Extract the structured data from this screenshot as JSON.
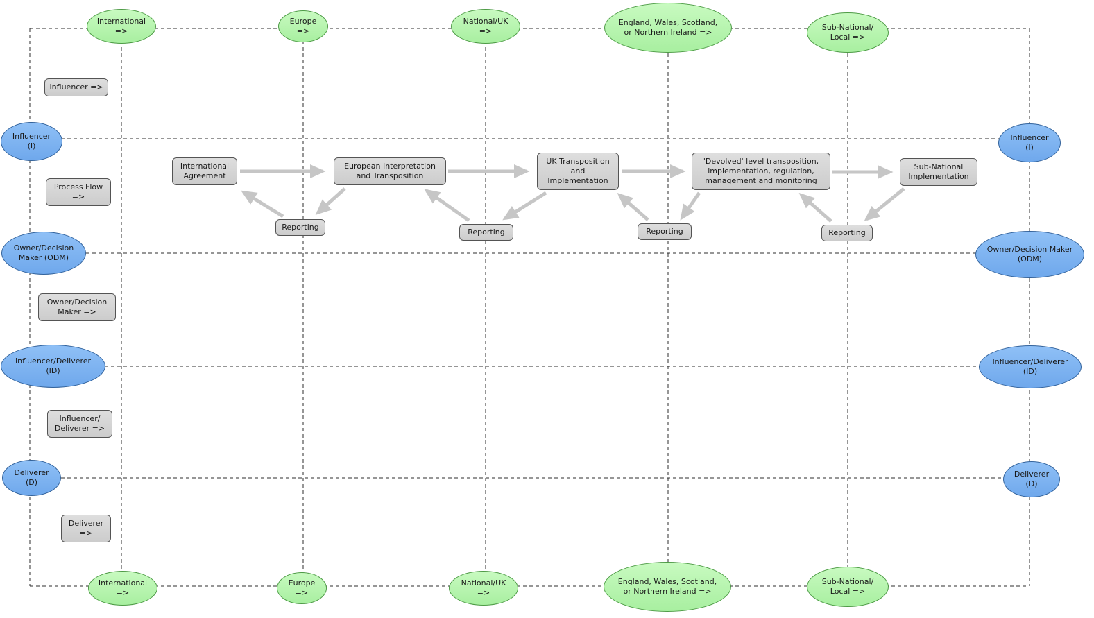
{
  "columns": [
    {
      "label": "International\n=>"
    },
    {
      "label": "Europe\n=>"
    },
    {
      "label": "National/UK\n=>"
    },
    {
      "label": "England, Wales, Scotland,\nor Northern Ireland =>"
    },
    {
      "label": "Sub-National/\nLocal =>"
    }
  ],
  "rows": [
    {
      "label": "Influencer\n(I)"
    },
    {
      "label": "Owner/Decision Maker (ODM)"
    },
    {
      "label": "Influencer/Deliverer\n(ID)"
    },
    {
      "label": "Deliverer\n(D)"
    }
  ],
  "legend": [
    {
      "label": "Influencer =>"
    },
    {
      "label": "Process Flow\n=>"
    },
    {
      "label": "Owner/Decision\nMaker =>"
    },
    {
      "label": "Influencer/\nDeliverer =>"
    },
    {
      "label": "Deliverer\n=>"
    }
  ],
  "process_flow": [
    {
      "label": "International\nAgreement"
    },
    {
      "label": "European Interpretation\nand Transposition"
    },
    {
      "label": "UK Transposition\nand\nImplementation"
    },
    {
      "label": "'Devolved' level transposition,\nimplementation, regulation,\nmanagement and monitoring"
    },
    {
      "label": "Sub-National\nImplementation"
    }
  ],
  "reporting": [
    {
      "label": "Reporting"
    },
    {
      "label": "Reporting"
    },
    {
      "label": "Reporting"
    },
    {
      "label": "Reporting"
    }
  ],
  "colors": {
    "level_node_fill": "#b0f2a8",
    "level_node_border": "#4d9b45",
    "role_node_fill": "#7db4f2",
    "role_node_border": "#33639c",
    "process_box_fill": "#d5d5d5",
    "process_box_border": "#545454",
    "arrow": "#c6c6c6",
    "grid_line": "#2e2e2e"
  }
}
